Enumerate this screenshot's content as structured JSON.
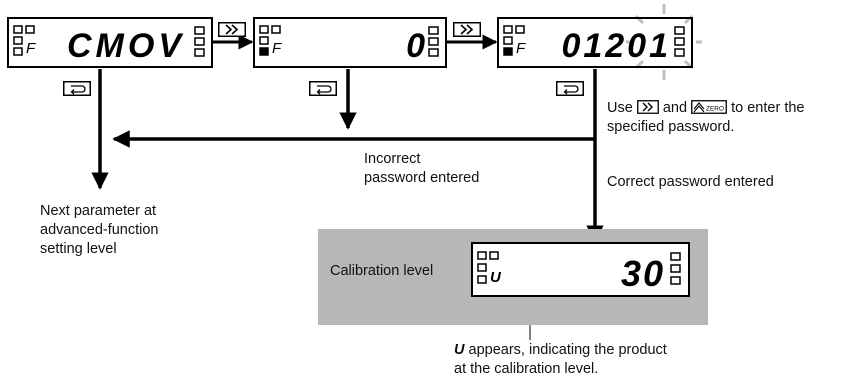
{
  "diagram": {
    "displays": [
      {
        "id": "cmov",
        "main_text": "CMOV",
        "sub_glyph": "F"
      },
      {
        "id": "zero",
        "main_text": "0",
        "sub_glyph": "F"
      },
      {
        "id": "entry",
        "main_text": "01201",
        "sub_glyph": "F"
      },
      {
        "id": "calibration",
        "main_text": "30",
        "sub_glyph": "U"
      }
    ],
    "buttons": {
      "shift": "shift-key",
      "mode": "mode-key",
      "up_zero": "ZERO"
    },
    "text": {
      "use_prefix": "Use",
      "use_and": "and",
      "use_suffix": "to enter the",
      "use_line2": "specified password.",
      "incorrect_line1": "Incorrect",
      "incorrect_line2": "password entered",
      "correct": "Correct password entered",
      "next_line1": "Next parameter at",
      "next_line2": "advanced-function",
      "next_line3": "setting level",
      "calibration_label": "Calibration level",
      "appears_suffix": "appears, indicating the product",
      "appears_line2": "at the calibration level."
    },
    "colors": {
      "line": "#000000",
      "panel": "#b7b7b7",
      "blink": "#bfbfbf"
    }
  }
}
